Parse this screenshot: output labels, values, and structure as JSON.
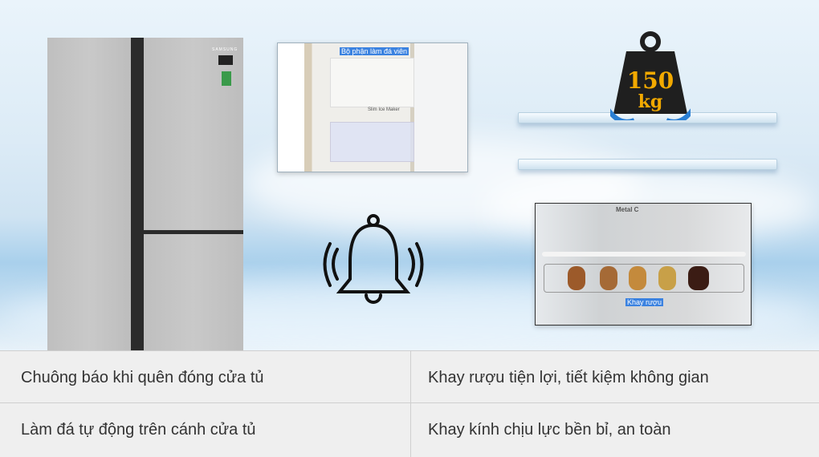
{
  "brand": "SAMSUNG",
  "ice_maker_label": "Bộ phận làm đá viên",
  "ice_maker_print": "Slim Ice Maker",
  "weight": {
    "value": "150",
    "unit": "kg"
  },
  "metal_cooling_label": "Metal C",
  "wine_tray_label": "Khay rượu",
  "features": [
    "Chuông báo khi quên đóng cửa tủ",
    "Khay rượu tiện lợi, tiết kiệm không gian",
    "Làm đá tự động trên cánh cửa tủ",
    "Khay kính chịu lực bền bỉ, an toàn"
  ],
  "colors": {
    "highlight": "#3b82e0",
    "arrow": "#2a7fd4",
    "weight": "#1f1f1f",
    "weight_text": "#f2a900"
  }
}
